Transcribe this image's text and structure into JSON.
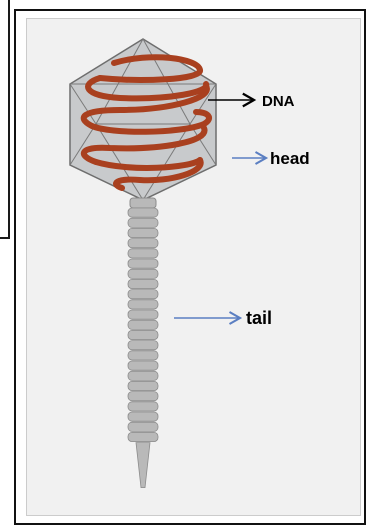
{
  "labels": {
    "dna": "DNA",
    "head": "head",
    "tail": "tail"
  },
  "colors": {
    "capsid_fill": "#c8cacc",
    "capsid_edge": "#6e6e6e",
    "dna": "#a9401f",
    "tail": "#b9b9b9",
    "dna_arrow": "#000000",
    "head_arrow": "#5b7fc2",
    "tail_arrow": "#5b7fc2"
  }
}
